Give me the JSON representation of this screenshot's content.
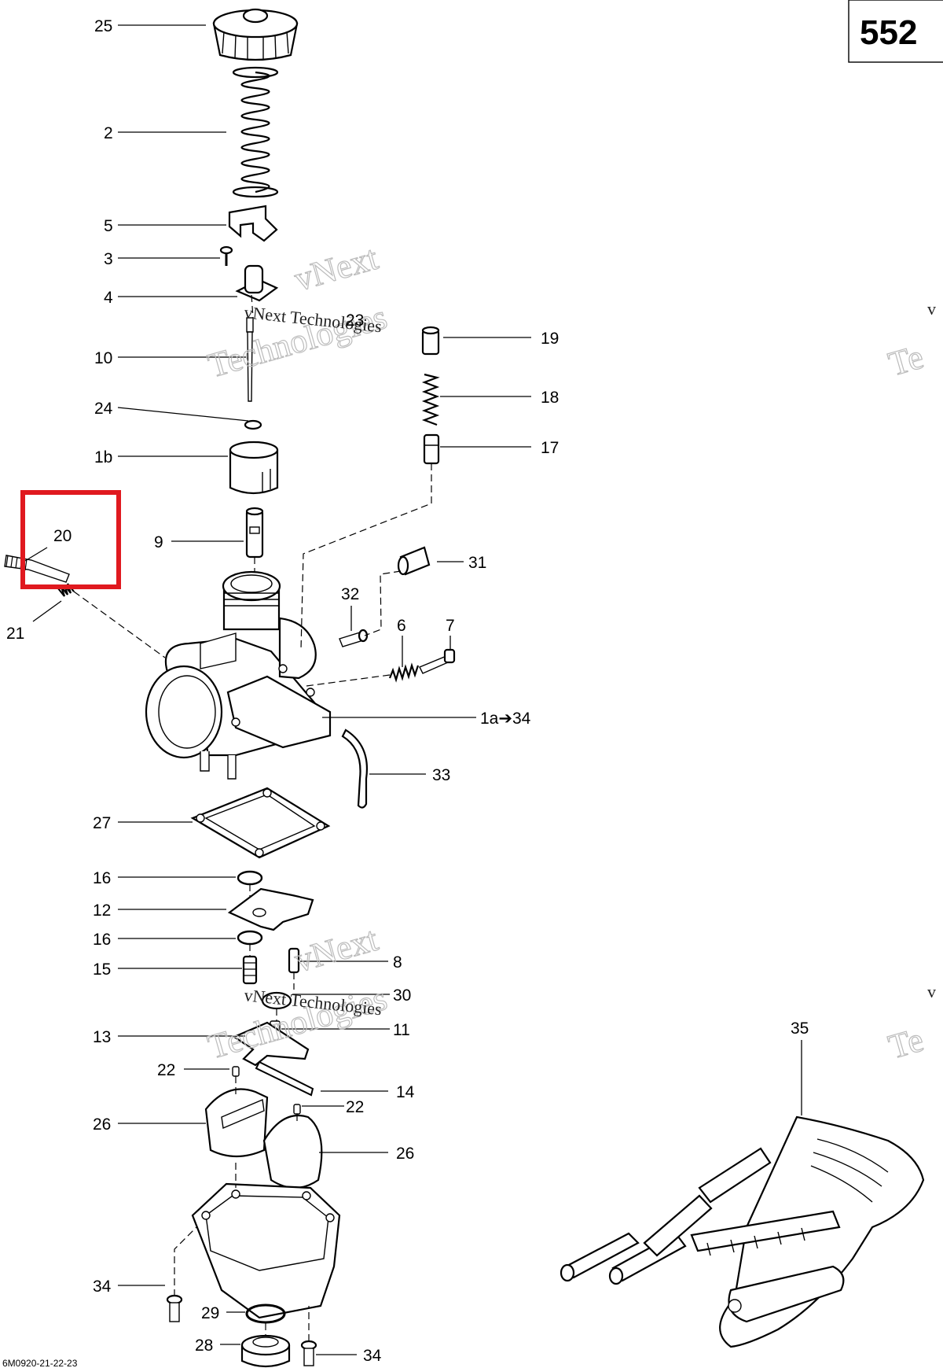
{
  "page_number": "552",
  "drawing_code": "6M0920-21-22-23",
  "watermark": {
    "brand": "vNext",
    "line": "vNext Technologies",
    "word": "Technologies",
    "partial_v": "v",
    "partial_te": "Te"
  },
  "highlight": {
    "color": "#e0191f",
    "part": "20"
  },
  "callouts": {
    "c25": "25",
    "c2": "2",
    "c5": "5",
    "c3": "3",
    "c4": "4",
    "c23": "23",
    "c19": "19",
    "c10": "10",
    "c18": "18",
    "c24": "24",
    "c17": "17",
    "c1b": "1b",
    "c20": "20",
    "c9": "9",
    "c31": "31",
    "c21": "21",
    "c32": "32",
    "c6": "6",
    "c7": "7",
    "c1a34": "1a➔34",
    "c33": "33",
    "c27": "27",
    "c16a": "16",
    "c12": "12",
    "c16b": "16",
    "c8": "8",
    "c15": "15",
    "c30": "30",
    "c11": "11",
    "c13": "13",
    "c22a": "22",
    "c14": "14",
    "c22b": "22",
    "c35": "35",
    "c26a": "26",
    "c26b": "26",
    "c34a": "34",
    "c29": "29",
    "c28": "28",
    "c34b": "34"
  }
}
